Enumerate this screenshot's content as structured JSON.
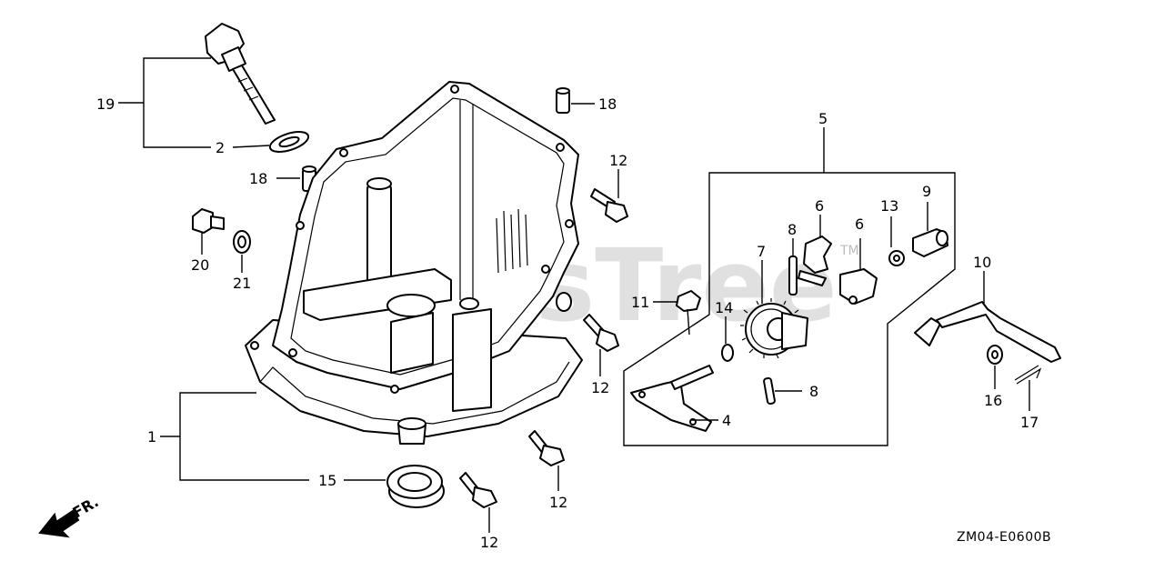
{
  "watermark": {
    "text": "PartsTree",
    "tm": "TM"
  },
  "diagram_code": "ZM04-E0600B",
  "direction_label": "FR.",
  "callouts": {
    "c1": "1",
    "c2": "2",
    "c4": "4",
    "c5": "5",
    "c6a": "6",
    "c6b": "6",
    "c7": "7",
    "c8a": "8",
    "c8b": "8",
    "c9": "9",
    "c10": "10",
    "c11": "11",
    "c12a": "12",
    "c12b": "12",
    "c12c": "12",
    "c12d": "12",
    "c13": "13",
    "c14": "14",
    "c15": "15",
    "c16": "16",
    "c17": "17",
    "c18a": "18",
    "c18b": "18",
    "c19": "19",
    "c20": "20",
    "c21": "21"
  }
}
